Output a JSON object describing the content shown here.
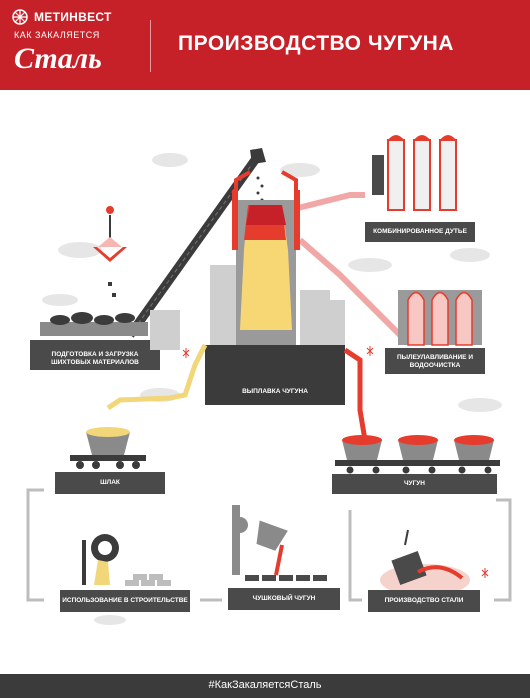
{
  "header": {
    "brand": "МЕТИНВЕСТ",
    "tagline": "КАК ЗАКАЛЯЕТСЯ",
    "tagline_script": "Сталь",
    "title": "ПРОИЗВОДСТВО ЧУГУНА"
  },
  "steps": {
    "charging": "ПОДГОТОВКА И ЗАГРУЗКА ШИХТОВЫХ МАТЕРИАЛОВ",
    "blast": "КОМБИНИРОВАННОЕ ДУТЬЕ",
    "smelting": "ВЫПЛАВКА ЧУГУНА",
    "dust": "ПЫЛЕУЛАВЛИВАНИЕ И ВОДООЧИСТКА",
    "slag": "ШЛАК",
    "iron": "ЧУГУН",
    "construction": "ИСПОЛЬЗОВАНИЕ В СТРОИТЕЛЬСТВЕ",
    "pig_iron": "ЧУШКОВЫЙ ЧУГУН",
    "steelmaking": "ПРОИЗВОДСТВО СТАЛИ"
  },
  "footer": {
    "hashtag": "#КакЗакаляетсяСталь"
  },
  "colors": {
    "brand_red": "#c62128",
    "dark_gray": "#4a4a4a",
    "mid_gray": "#8a8a8a",
    "light_gray": "#d6d6d6",
    "molten_yellow": "#f7d774",
    "molten_red": "#e53c2e",
    "slag_yellow": "#f2d67a"
  }
}
